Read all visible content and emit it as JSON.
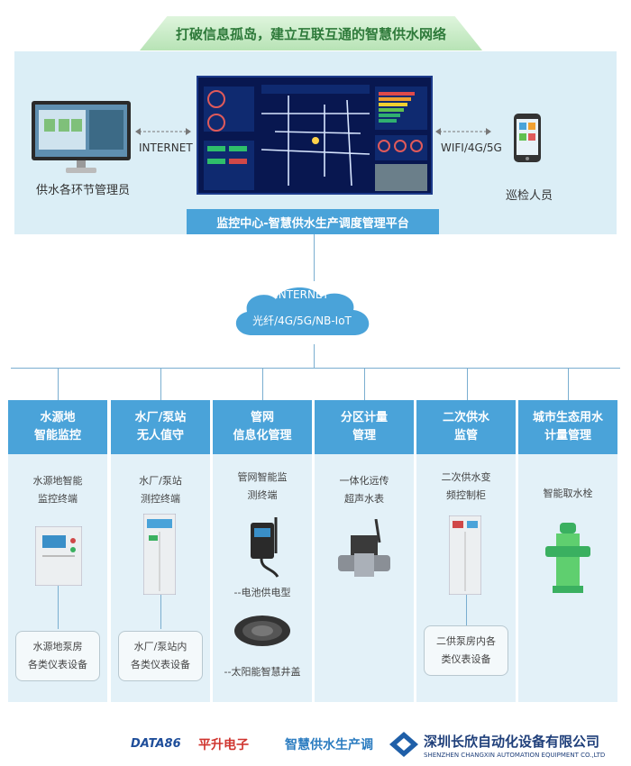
{
  "banner": {
    "text": "打破信息孤岛，建立互联互通的智慧供水网络"
  },
  "top": {
    "left_label": "供水各环节管理员",
    "left_link": "INTERNET",
    "right_link": "WIFI/4G/5G",
    "right_label": "巡检人员",
    "platform": "监控中心-智慧供水生产调度管理平台"
  },
  "cloud": {
    "line1": "INTERNET",
    "line2": "光纤/4G/5G/NB-IoT"
  },
  "columns": [
    {
      "title1": "水源地",
      "title2": "智能监控",
      "desc1": "水源地智能",
      "desc2": "监控终端",
      "sub1": "水源地泵房",
      "sub2": "各类仪表设备"
    },
    {
      "title1": "水厂/泵站",
      "title2": "无人值守",
      "desc1": "水厂/泵站",
      "desc2": "测控终端",
      "sub1": "水厂/泵站内",
      "sub2": "各类仪表设备"
    },
    {
      "title1": "管网",
      "title2": "信息化管理",
      "desc1": "管网智能监",
      "desc2": "测终端",
      "note1": "--电池供电型",
      "note2": "--太阳能智慧井盖"
    },
    {
      "title1": "分区计量",
      "title2": "管理",
      "desc1": "一体化远传",
      "desc2": "超声水表"
    },
    {
      "title1": "二次供水",
      "title2": "监管",
      "desc1": "二次供水变",
      "desc2": "频控制柜",
      "sub1": "二供泵房内各",
      "sub2": "类仪表设备"
    },
    {
      "title1": "城市生态用水",
      "title2": "计量管理",
      "desc1": "智能取水栓"
    }
  ],
  "footer": {
    "brand": "DATA86",
    "brand_cn": "平升电子",
    "slogan": "智慧供水生产调",
    "company": "深圳长欣自动化设备有限公司",
    "company_en": "SHENZHEN CHANGXIN AUTOMATION EQUIPMENT CO.,LTD"
  },
  "colors": {
    "accent": "#4aa3d9",
    "panel": "#dbeef6",
    "column_bg": "#e3f1f8",
    "banner_text": "#2e7a3a"
  }
}
